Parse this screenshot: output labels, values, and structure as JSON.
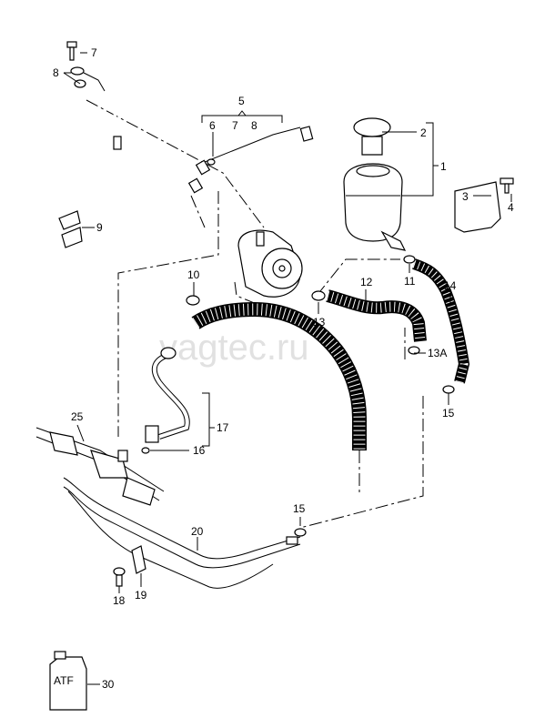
{
  "watermark": "vagtec.ru",
  "labels": {
    "p1": "1",
    "p2": "2",
    "p3": "3",
    "p4": "4",
    "p5": "5",
    "p6": "6",
    "p7a": "7",
    "p7b": "7",
    "p8a": "8",
    "p8b": "8",
    "p9": "9",
    "p10": "10",
    "p11": "11",
    "p12": "12",
    "p13": "13",
    "p13a": "13A",
    "p14": "14",
    "p15a": "15",
    "p15b": "15",
    "p16": "16",
    "p17": "17",
    "p18": "18",
    "p19": "19",
    "p20": "20",
    "p25": "25",
    "p30": "30"
  },
  "container_text": "ATF"
}
